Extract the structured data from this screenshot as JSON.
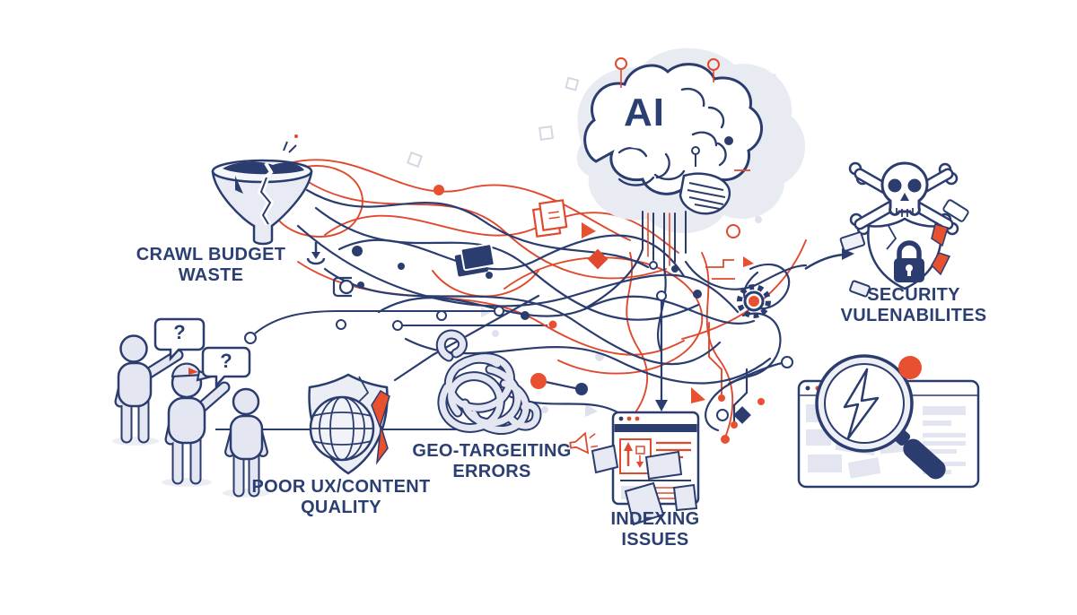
{
  "brain": {
    "label": "AI"
  },
  "speech": {
    "question": "?"
  },
  "labels": {
    "crawl": {
      "lines": [
        "CRAWL BUDGET",
        "WASTE"
      ]
    },
    "poor_ux": {
      "lines": [
        "POOR UX/CONTENT",
        "QUALITY"
      ]
    },
    "geo": {
      "lines": [
        "GEO-TARGEITING",
        "ERRORS"
      ]
    },
    "indexing": {
      "lines": [
        "INDEXING",
        "ISSUES"
      ]
    },
    "security": {
      "lines": [
        "SECURITY",
        "VULENABILITES"
      ]
    }
  },
  "icons": {
    "ai_brain": "brain-circuit-icon",
    "broken_funnel": "cracked-funnel-icon",
    "confused_users": "people-question-icon",
    "broken_shield_globe": "cracked-shield-globe-icon",
    "tangled_knot": "tangled-rope-icon",
    "broken_page": "browser-torn-pages-icon",
    "skull": "skull-crossbones-icon",
    "padlock_shield": "broken-shield-padlock-icon",
    "magnifier": "magnifier-lightning-icon",
    "map_window": "map-browser-icon",
    "gear": "gear-icon",
    "folders": "folders-icon",
    "documents": "copy-document-icon",
    "megaphone": "megaphone-icon",
    "download": "download-icon",
    "down_arrow": "arrow-down-icon",
    "pointer_arrow": "arrow-right-icon"
  },
  "colors": {
    "navy": "#2b3c6f",
    "text_navy": "#2c3f72",
    "orange": "#e0492e",
    "orange_fill": "#e8502f",
    "lavender": "#e4e7f2",
    "pale": "#edeff6",
    "gray": "#dfe2ec"
  }
}
